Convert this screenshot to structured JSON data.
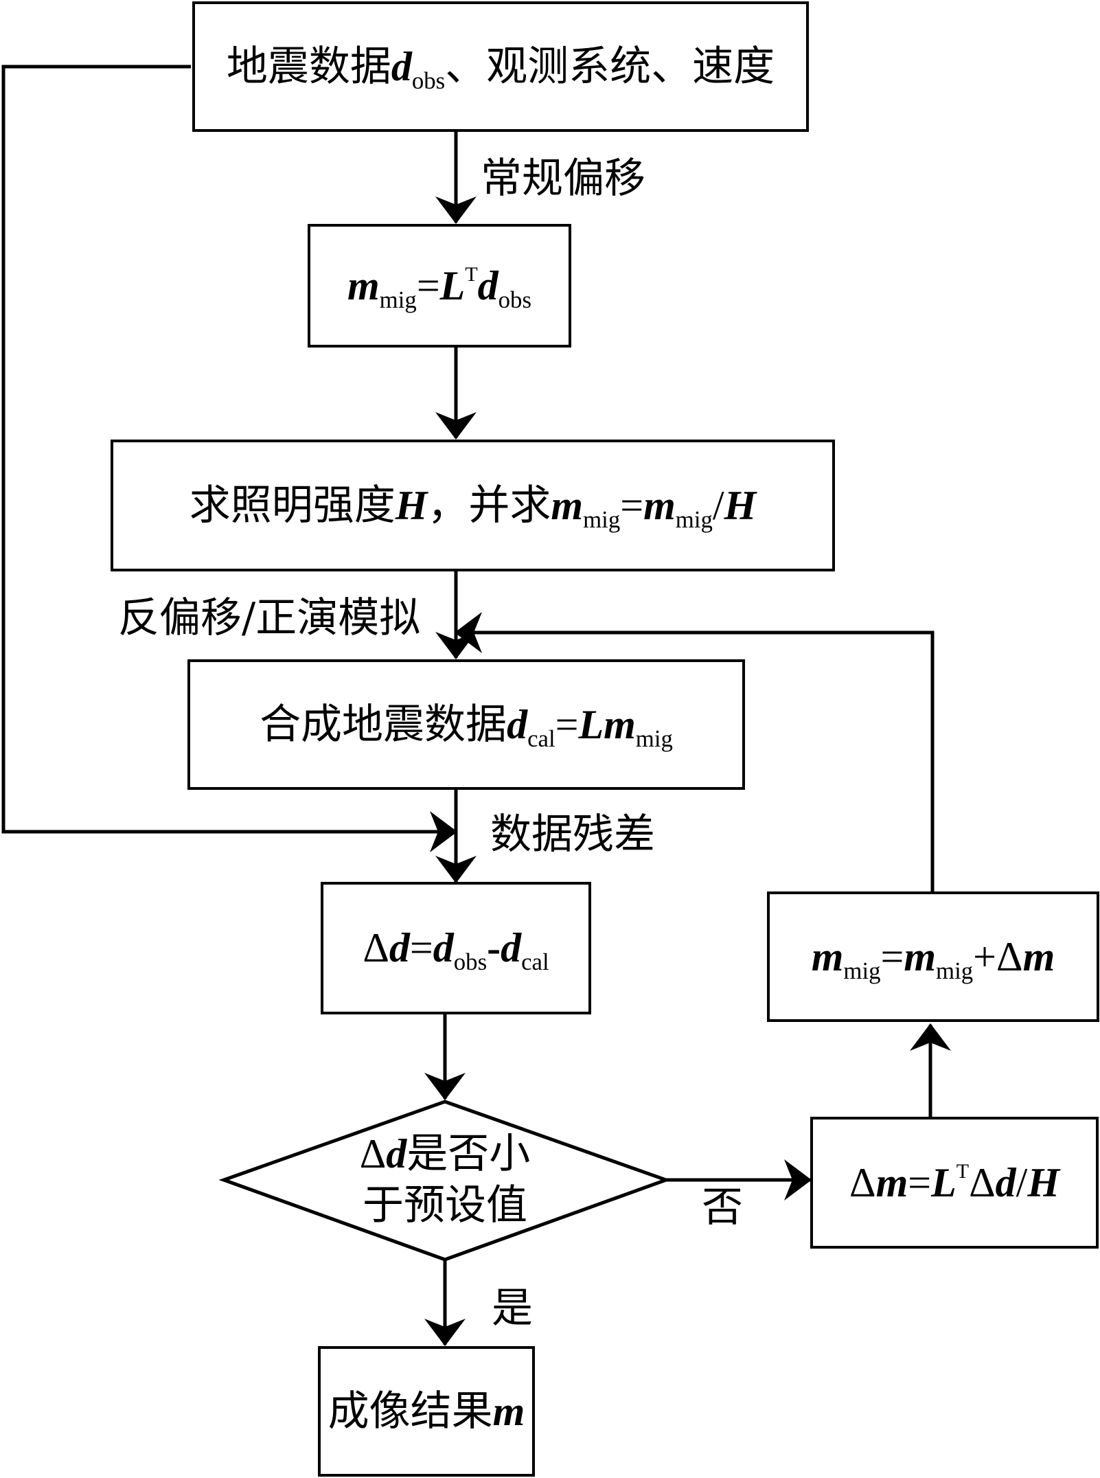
{
  "nodes": {
    "input": {
      "text": "地震数据",
      "var": "d",
      "sub": "obs",
      "rest": "、观测系统、速度"
    },
    "migration": {
      "m": "m",
      "m_sub": "mig",
      "eq": "=",
      "L": "L",
      "T": "T",
      "d": "d",
      "d_sub": "obs"
    },
    "illumination": {
      "text1": "求照明强度",
      "H1": "H",
      "text2": "，并求",
      "m1": "m",
      "m1_sub": "mig",
      "eq": "=",
      "m2": "m",
      "m2_sub": "mig",
      "slash": "/",
      "H2": "H"
    },
    "synthetic": {
      "text": "合成地震数据",
      "d": "d",
      "d_sub": "cal",
      "eq": "=",
      "Lm": "Lm",
      "m_sub": "mig"
    },
    "residual": {
      "delta": "Δ",
      "d": "d",
      "eq": "=",
      "d1": "d",
      "d1_sub": "obs",
      "minus": "-",
      "d2": "d",
      "d2_sub": "cal"
    },
    "decision": {
      "delta": "Δ",
      "d": "d",
      "line1_rest": "是否小",
      "line2": "于预设值"
    },
    "update": {
      "delta": "Δ",
      "m": "m",
      "eq": "=",
      "L": "L",
      "T": "T",
      "delta2": "Δ",
      "d": "d",
      "slash": "/",
      "H": "H"
    },
    "model_update": {
      "m1": "m",
      "m1_sub": "mig",
      "eq": "=",
      "m2": "m",
      "m2_sub": "mig",
      "plus": "+",
      "delta": "Δ",
      "m3": "m"
    },
    "result": {
      "text": "成像结果",
      "m": "m"
    }
  },
  "edge_labels": {
    "conventional_migration": "常规偏移",
    "demigration": "反偏移/正演模拟",
    "data_residual": "数据残差",
    "no": "否",
    "yes": "是"
  }
}
